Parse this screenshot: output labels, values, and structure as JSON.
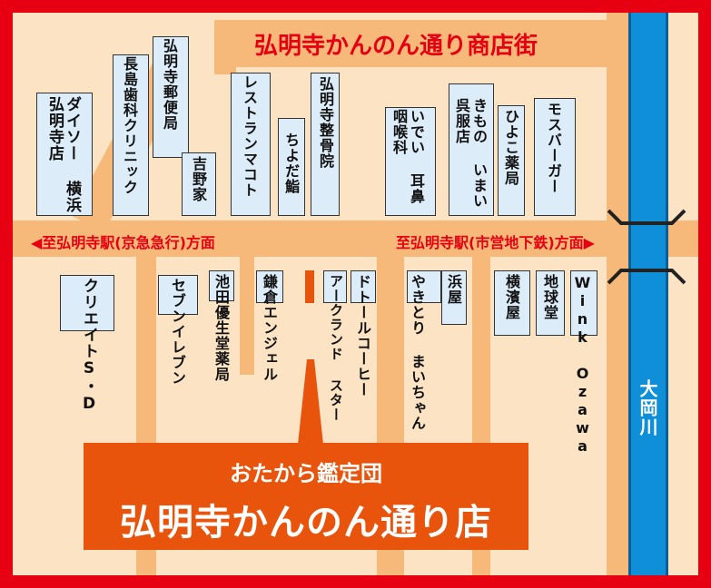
{
  "map_title": "弘明寺かんのん通り商店街",
  "direction_left": "◀至弘明寺駅(京急急行)方面",
  "direction_right": "至弘明寺駅(市営地下鉄)方面▶",
  "river": "大岡川",
  "store": {
    "line1": "おたから鑑定団",
    "line2": "弘明寺かんのん通り店"
  },
  "north_buildings": {
    "daiso": "ダイソー 横浜弘明寺店",
    "nagashima": "長島歯科クリニック",
    "post": "弘明寺郵便局",
    "yoshinoya": "吉野家",
    "restaurant": "レストランマコト",
    "chiyoda": "ちよだ鮨",
    "seikotsu": "弘明寺整骨院",
    "idei": "いでい 耳鼻咽喉科",
    "kimono": "きもの いまい呉服店",
    "hiyoko": "ひよこ薬局",
    "mos": "モスバーガー"
  },
  "south_buildings": {
    "create": "クリエイトS・D",
    "seven": "セブンイレブン",
    "ikeda": "池田優生堂薬局",
    "kamakura": "鎌倉エンジェル",
    "arcland": "アークランド スター",
    "doutor": "ドトールコーヒー",
    "hamaya": "浜屋",
    "yakitori": "やきとり まいちゃん",
    "yokohamaya": "横濱屋",
    "chikyudo": "地球堂",
    "wink": "Wink Ozawa"
  },
  "colors": {
    "frame": "#e60012",
    "road": "#f7b97a",
    "background": "#fbe3c3",
    "building": "#dcecf8",
    "river": "#0f8fd8",
    "store": "#e9540d"
  }
}
